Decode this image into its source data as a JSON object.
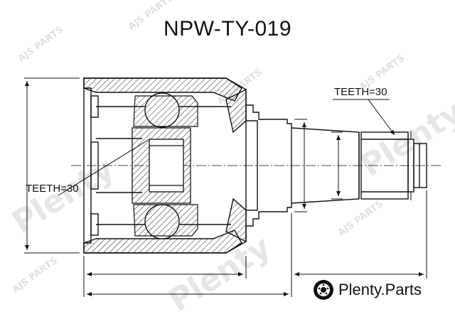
{
  "part_number": "NPW-TY-019",
  "labels": {
    "teeth_outer": "TEETH=30",
    "teeth_inner": "TEETH=30"
  },
  "watermarks": {
    "ajs": "AJS PARTS",
    "plenty": "Plenty"
  },
  "brand": {
    "name": "Plenty",
    "dot": ".",
    "suffix": "Parts"
  },
  "colors": {
    "line": "#111111",
    "hatch": "#222222",
    "watermark": "#c8c8c8"
  },
  "icons": {
    "brand_logo": "brake-disc-icon"
  }
}
